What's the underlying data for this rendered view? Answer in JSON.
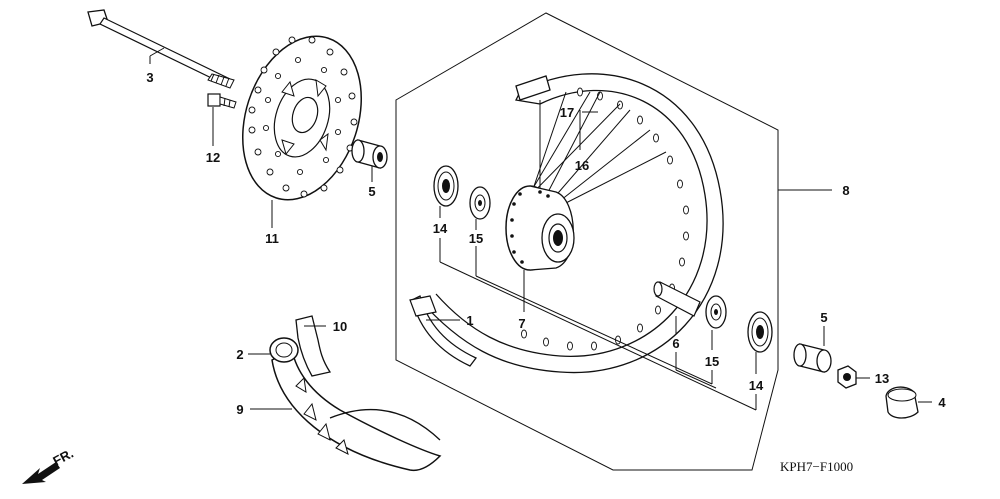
{
  "diagram": {
    "drawing_code": "KPH7−F1000",
    "direction_label": "FR.",
    "callouts": {
      "c1": "1",
      "c2": "2",
      "c3": "3",
      "c4": "4",
      "c5a": "5",
      "c5b": "5",
      "c6": "6",
      "c7": "7",
      "c8": "8",
      "c9": "9",
      "c10": "10",
      "c11": "11",
      "c12": "12",
      "c13": "13",
      "c14a": "14",
      "c14b": "14",
      "c15a": "15",
      "c15b": "15",
      "c16": "16",
      "c17": "17"
    }
  }
}
